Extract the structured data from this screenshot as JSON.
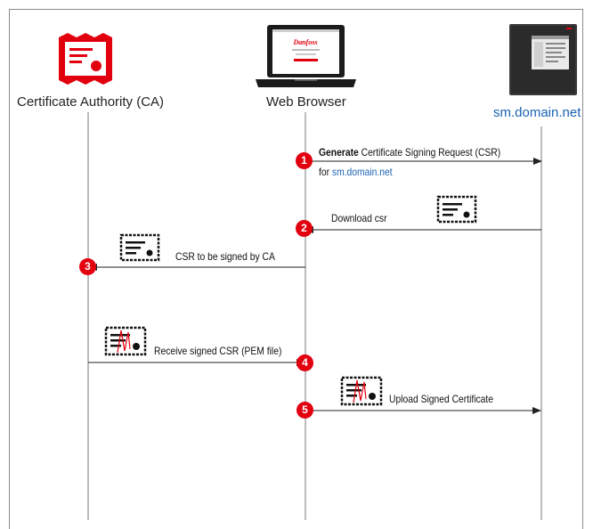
{
  "actors": {
    "ca": {
      "label": "Certificate Authority (CA)",
      "icon": "certificate-icon"
    },
    "browser": {
      "label": "Web Browser",
      "icon": "laptop-icon"
    },
    "device": {
      "label": "sm.domain.net",
      "icon": "controller-device-icon"
    }
  },
  "laptop_screen": {
    "brand": "Danfoss"
  },
  "steps": [
    {
      "number": "1",
      "label_bold": "Generate",
      "label_rest": " Certificate Signing Request (CSR)",
      "label_line2_prefix": "for ",
      "label_line2_link": "sm.domain.net"
    },
    {
      "number": "2",
      "label": "Download csr",
      "icon": "document-icon"
    },
    {
      "number": "3",
      "label": "CSR to be signed by CA",
      "icon": "document-icon"
    },
    {
      "number": "4",
      "label": "Receive signed CSR (PEM file)",
      "icon": "signed-document-icon"
    },
    {
      "number": "5",
      "label": "Upload Signed Certificate",
      "icon": "signed-document-icon"
    }
  ],
  "colors": {
    "accent": "#e2000f",
    "link": "#1a63b3",
    "line": "#7a7a7a"
  }
}
